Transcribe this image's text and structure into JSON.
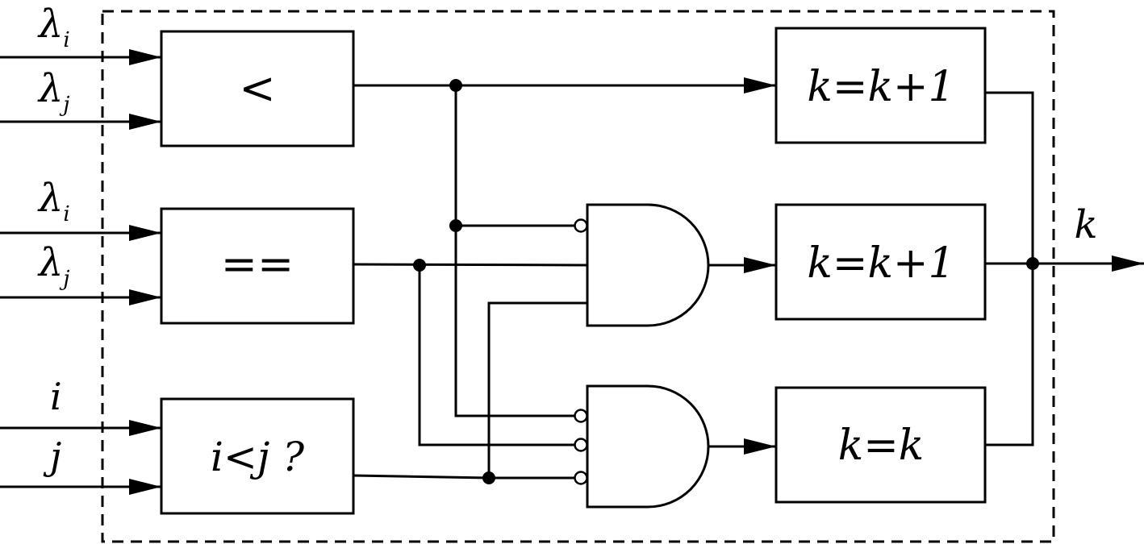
{
  "diagram": {
    "inputs": {
      "top_a": {
        "symbol": "λ",
        "sub": "i"
      },
      "top_b": {
        "symbol": "λ",
        "sub": "j"
      },
      "mid_a": {
        "symbol": "λ",
        "sub": "i"
      },
      "mid_b": {
        "symbol": "λ",
        "sub": "j"
      },
      "bot_a": "i",
      "bot_b": "j"
    },
    "blocks": {
      "less_than": "<",
      "equals": "==",
      "index_compare": "i<j ?"
    },
    "updates": {
      "top": "k=k+1",
      "middle": "k=k+1",
      "bottom": "k=k"
    },
    "output": "k"
  }
}
